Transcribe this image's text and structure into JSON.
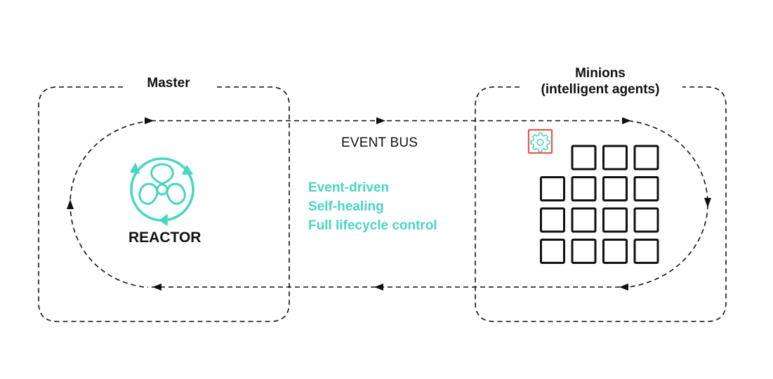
{
  "diagram": {
    "master": {
      "title": "Master",
      "component": {
        "label": "REACTOR",
        "icon": "reactor-fan-icon"
      }
    },
    "minions": {
      "title_line1": "Minions",
      "title_line2": "(intelligent agents)",
      "selected_icon": "gear-icon",
      "grid": {
        "rows": 4,
        "columns": 4,
        "cells_per_row": [
          3,
          4,
          4,
          4
        ]
      }
    },
    "event_bus": {
      "label": "EVENT BUS",
      "flow": "clockwise loop: Master → Minions (top), Minions → Master (bottom)"
    },
    "features": [
      "Event-driven",
      "Self-healing",
      "Full lifecycle control"
    ],
    "colors": {
      "accent": "#48d6c1",
      "highlight": "#e8574c",
      "stroke": "#111111",
      "text": "#111111"
    }
  }
}
